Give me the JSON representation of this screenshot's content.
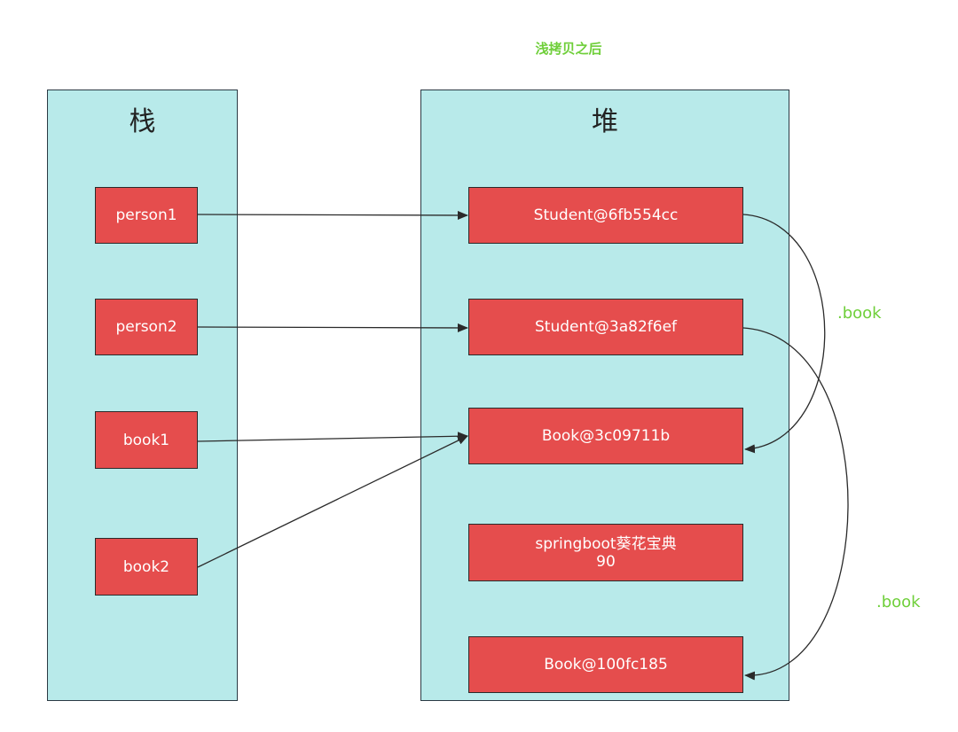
{
  "title": "浅拷贝之后",
  "stack": {
    "title": "栈",
    "items": [
      "person1",
      "person2",
      "book1",
      "book2"
    ]
  },
  "heap": {
    "title": "堆",
    "items": [
      {
        "label": "Student@6fb554cc"
      },
      {
        "label": "Student@3a82f6ef"
      },
      {
        "label": "Book@3c09711b"
      },
      {
        "label": "springboot葵花宝典",
        "label2": "90"
      },
      {
        "label": "Book@100fc185"
      }
    ]
  },
  "annotations": [
    ".book",
    ".book"
  ]
}
